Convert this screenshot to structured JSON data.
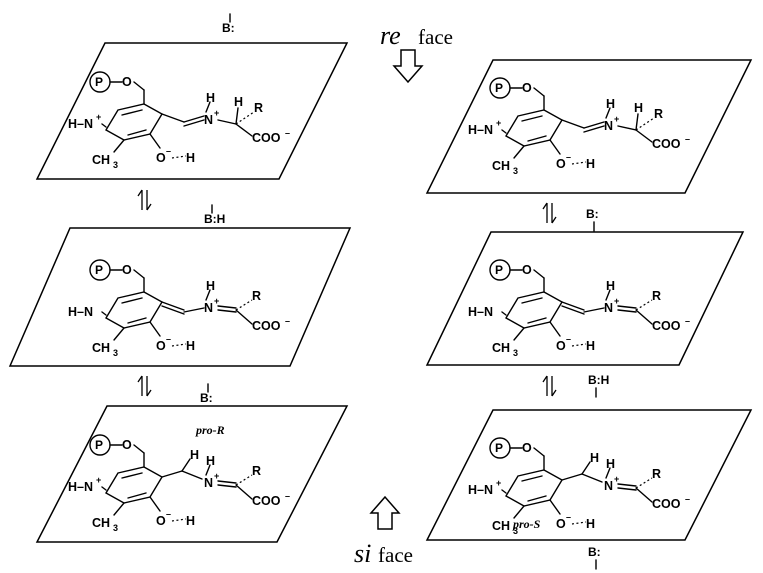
{
  "faces": {
    "re": {
      "italic": "re",
      "word": "face"
    },
    "si": {
      "italic": "si",
      "word": "face"
    }
  },
  "base": {
    "free": "B:",
    "protonated": "B:H"
  },
  "atoms": {
    "phosphate": "P",
    "oxygen": "O",
    "ring_nh": "H–N",
    "ring_nh_plus": "H–N",
    "plus": "+",
    "methyl": "CH",
    "methyl_sub": "3",
    "phenolate": "O",
    "minus": "–",
    "imine_n": "N",
    "h": "H",
    "r": "R",
    "carboxylate": "COO",
    "carboxylate_charge": "–"
  },
  "prochiral": {
    "pro_r": "pro-R",
    "pro_s": "pro-S"
  }
}
